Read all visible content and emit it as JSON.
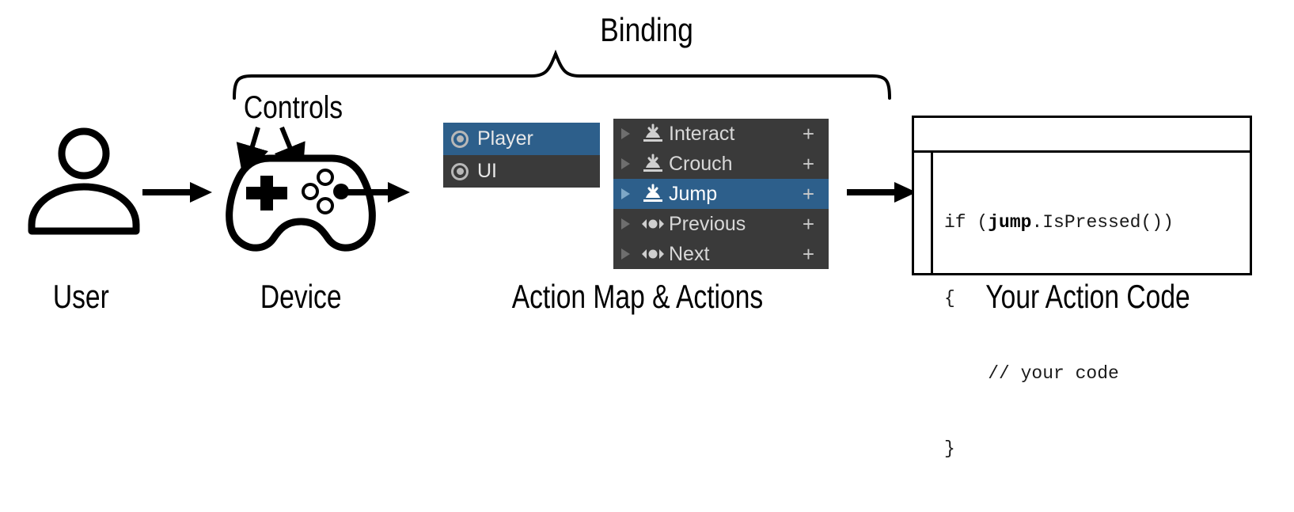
{
  "diagram": {
    "title_brace_label": "Binding",
    "controls_label": "Controls",
    "stage_labels": [
      {
        "key": "user",
        "text": "User"
      },
      {
        "key": "device",
        "text": "Device"
      },
      {
        "key": "maps",
        "text": "Action Map & Actions"
      },
      {
        "key": "code",
        "text": "Your Action Code"
      }
    ]
  },
  "colors": {
    "panel_bg": "#3a3a3a",
    "selection_blue": "#2d5f8b",
    "text_light": "#d8d8d8",
    "stroke_black": "#000000"
  },
  "action_maps": {
    "items": [
      {
        "name": "Player",
        "icon": "action-map-icon",
        "selected": true
      },
      {
        "name": "UI",
        "icon": "action-map-icon",
        "selected": false
      }
    ]
  },
  "actions": {
    "add_label": "+",
    "items": [
      {
        "name": "Interact",
        "icon": "button-action-icon",
        "selected": false
      },
      {
        "name": "Crouch",
        "icon": "button-action-icon",
        "selected": false
      },
      {
        "name": "Jump",
        "icon": "button-action-icon",
        "selected": true
      },
      {
        "name": "Previous",
        "icon": "axis-action-icon",
        "selected": false
      },
      {
        "name": "Next",
        "icon": "axis-action-icon",
        "selected": false
      }
    ]
  },
  "code_window": {
    "lines": [
      {
        "pre": "if (",
        "bold": "jump",
        "post": ".IsPressed())"
      },
      {
        "pre": "{",
        "bold": "",
        "post": ""
      },
      {
        "pre": "    // your code",
        "bold": "",
        "post": ""
      },
      {
        "pre": "}",
        "bold": "",
        "post": ""
      }
    ]
  },
  "icons": {
    "user": "user-icon",
    "gamepad": "gamepad-icon",
    "arrow": "arrow-right-icon",
    "brace": "curly-brace-icon"
  }
}
